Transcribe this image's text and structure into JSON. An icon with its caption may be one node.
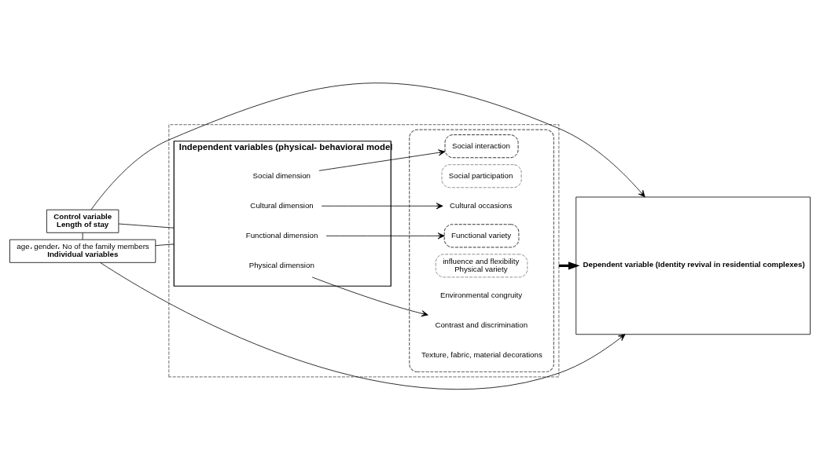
{
  "diagram": {
    "nodes": [
      {
        "text": [
          "Control variable",
          "Length of stay"
        ]
      },
      {
        "text": [
          "age، gender، No of the family members",
          "Individual variables"
        ]
      },
      {
        "text": [],
        "shape": "box"
      },
      {
        "text": [
          "Independent variables (physical- behavioral model"
        ],
        "in": 2
      },
      {
        "text": [
          "Social dimension"
        ],
        "in": 3
      },
      {
        "text": [
          "Cultural dimension"
        ],
        "in": 3
      },
      {
        "text": [
          "Functional dimension"
        ],
        "in": 3
      },
      {
        "text": [
          "Physical dimension"
        ],
        "in": 3
      },
      {
        "text": [],
        "shape": "box",
        "in": 2
      },
      {
        "text": [
          "Social interaction"
        ],
        "in": 8
      },
      {
        "text": [
          "Social participation"
        ],
        "in": 8
      },
      {
        "text": [
          "Cultural occasions"
        ],
        "in": 8
      },
      {
        "text": [
          "Functional variety"
        ],
        "in": 8
      },
      {
        "text": [
          "influence and flexibility",
          "Physical variety"
        ],
        "in": 8
      },
      {
        "text": [
          "Environmental congruity"
        ],
        "in": 8
      },
      {
        "text": [
          "Contrast and discrimination"
        ],
        "in": 8
      },
      {
        "text": [
          "Texture, fabric, material decorations"
        ],
        "in": 8
      },
      {
        "text": [
          "Dependent variable (Identity revival in residential complexes)"
        ]
      }
    ],
    "edges": [
      {
        "from": 0,
        "to": 17,
        "arrow": "to"
      },
      {
        "from": 0,
        "to": 1,
        "arrow": "none"
      },
      {
        "from": 0,
        "to": 3,
        "arrow": "none"
      },
      {
        "from": 1,
        "to": 3,
        "arrow": "none"
      },
      {
        "from": 4,
        "to": 9,
        "arrow": "to"
      },
      {
        "from": 5,
        "to": 11,
        "arrow": "to"
      },
      {
        "from": 6,
        "to": 12,
        "arrow": "to"
      },
      {
        "from": 7,
        "to": 15,
        "arrow": "to"
      },
      {
        "from": 2,
        "to": 17,
        "arrow": "to",
        "style": "thick"
      },
      {
        "from": 1,
        "to": 17,
        "arrow": "to"
      }
    ]
  }
}
